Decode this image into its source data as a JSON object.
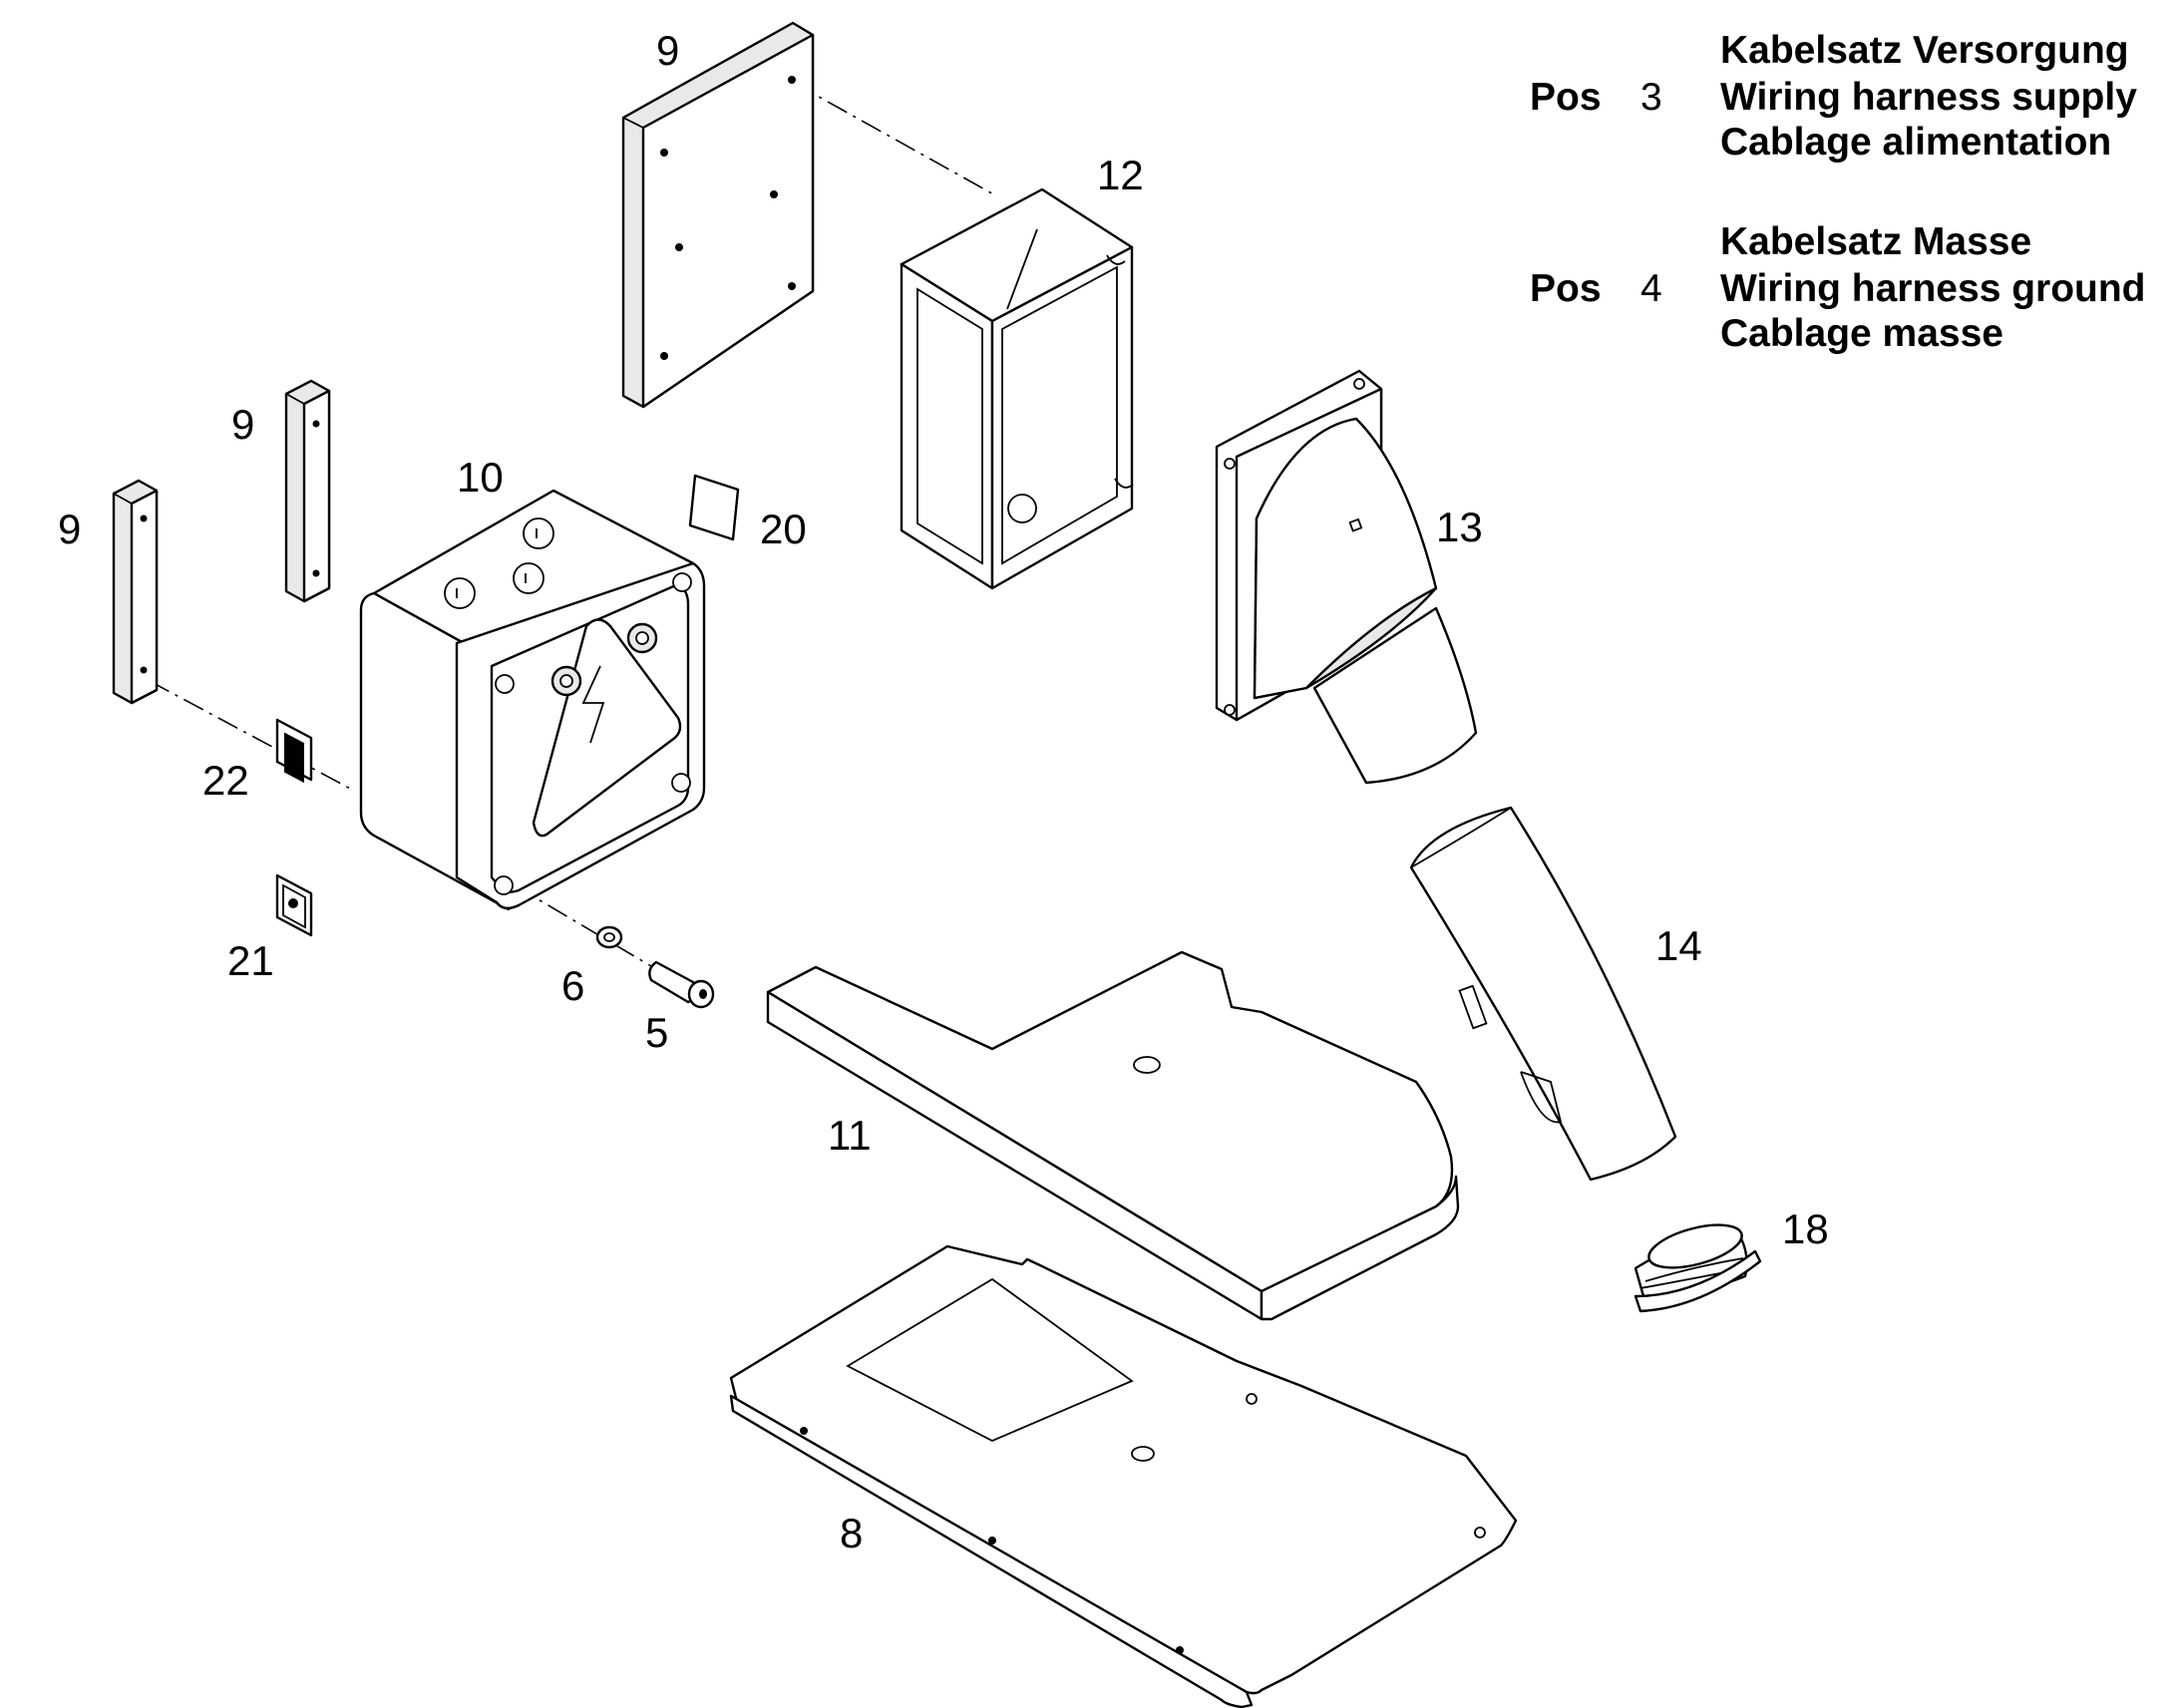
{
  "legend": [
    {
      "pos_label": "Pos",
      "pos_number": "3",
      "lines": [
        "Kabelsatz Versorgung",
        "Wiring harness supply",
        "Cablage alimentation"
      ]
    },
    {
      "pos_label": "Pos",
      "pos_number": "4",
      "lines": [
        "Kabelsatz Masse",
        "Wiring harness ground",
        "Cablage masse"
      ]
    }
  ],
  "callouts": {
    "c9_top": "9",
    "c9_mid": "9",
    "c9_left": "9",
    "c10": "10",
    "c12": "12",
    "c20": "20",
    "c13": "13",
    "c22": "22",
    "c21": "21",
    "c6": "6",
    "c5": "5",
    "c14": "14",
    "c11": "11",
    "c18": "18",
    "c8": "8"
  }
}
